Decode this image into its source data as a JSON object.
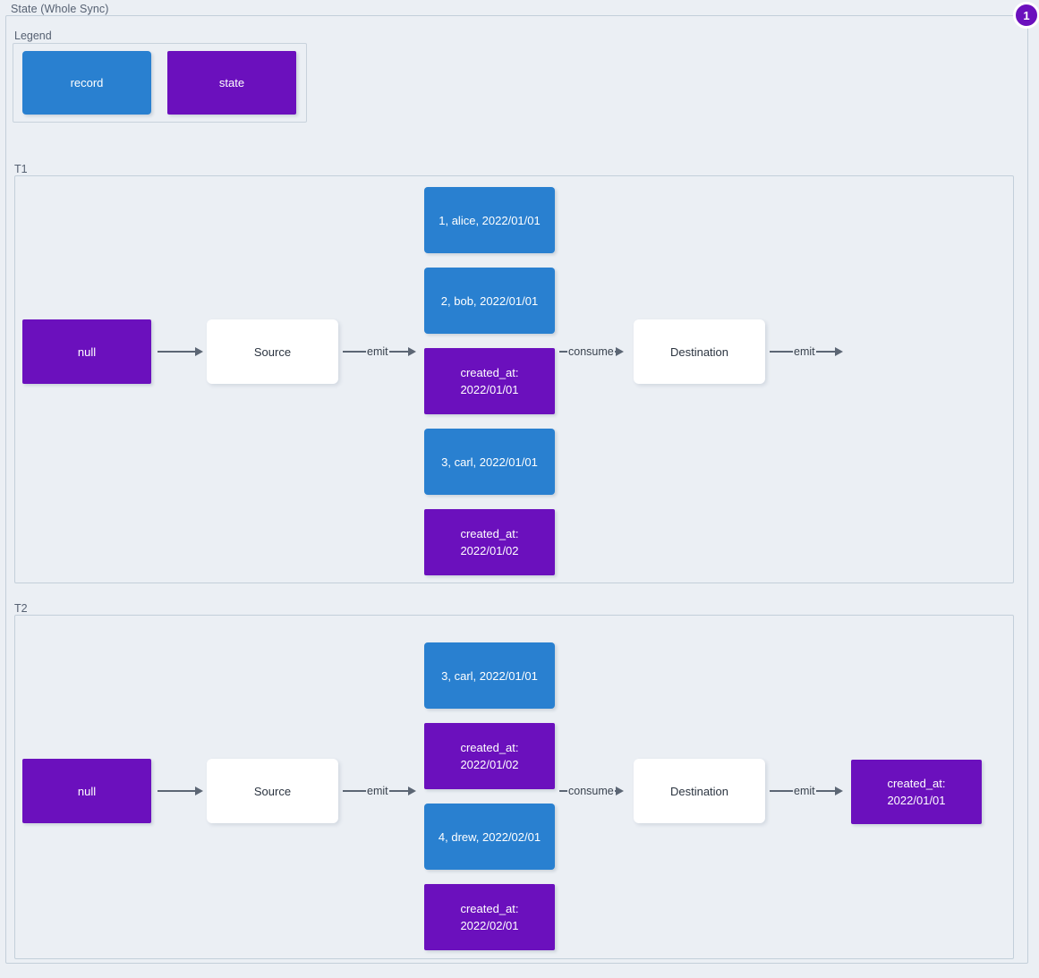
{
  "diagram": {
    "title": "State (Whole Sync)",
    "badge": "1",
    "colors": {
      "record": "#2980d0",
      "state": "#6b10bd",
      "plain": "#ffffff",
      "background": "#ebeff4",
      "border": "#c3cfda",
      "arrow": "#5c6674"
    }
  },
  "legend": {
    "label": "Legend",
    "items": [
      {
        "label": "record",
        "type": "record"
      },
      {
        "label": "state",
        "type": "state"
      }
    ]
  },
  "groups": [
    {
      "label": "T1",
      "nodes": {
        "initial_state": "null",
        "source": "Source",
        "destination": "Destination",
        "stream": [
          {
            "label": "1, alice, 2022/01/01",
            "type": "record"
          },
          {
            "label": "2, bob, 2022/01/01",
            "type": "record"
          },
          {
            "label": "created_at:\n2022/01/01",
            "type": "state"
          },
          {
            "label": "3, carl, 2022/01/01",
            "type": "record"
          },
          {
            "label": "created_at:\n2022/01/02",
            "type": "state"
          }
        ],
        "final_state": ""
      },
      "arrows": [
        {
          "label": ""
        },
        {
          "label": "emit"
        },
        {
          "label": "consume"
        },
        {
          "label": "emit"
        }
      ]
    },
    {
      "label": "T2",
      "nodes": {
        "initial_state": "null",
        "source": "Source",
        "destination": "Destination",
        "stream": [
          {
            "label": "3, carl, 2022/01/01",
            "type": "record"
          },
          {
            "label": "created_at:\n2022/01/02",
            "type": "state"
          },
          {
            "label": "4, drew, 2022/02/01",
            "type": "record"
          },
          {
            "label": "created_at:\n2022/02/01",
            "type": "state"
          }
        ],
        "final_state": "created_at:\n2022/01/01"
      },
      "arrows": [
        {
          "label": ""
        },
        {
          "label": "emit"
        },
        {
          "label": "consume"
        },
        {
          "label": "emit"
        }
      ]
    }
  ]
}
